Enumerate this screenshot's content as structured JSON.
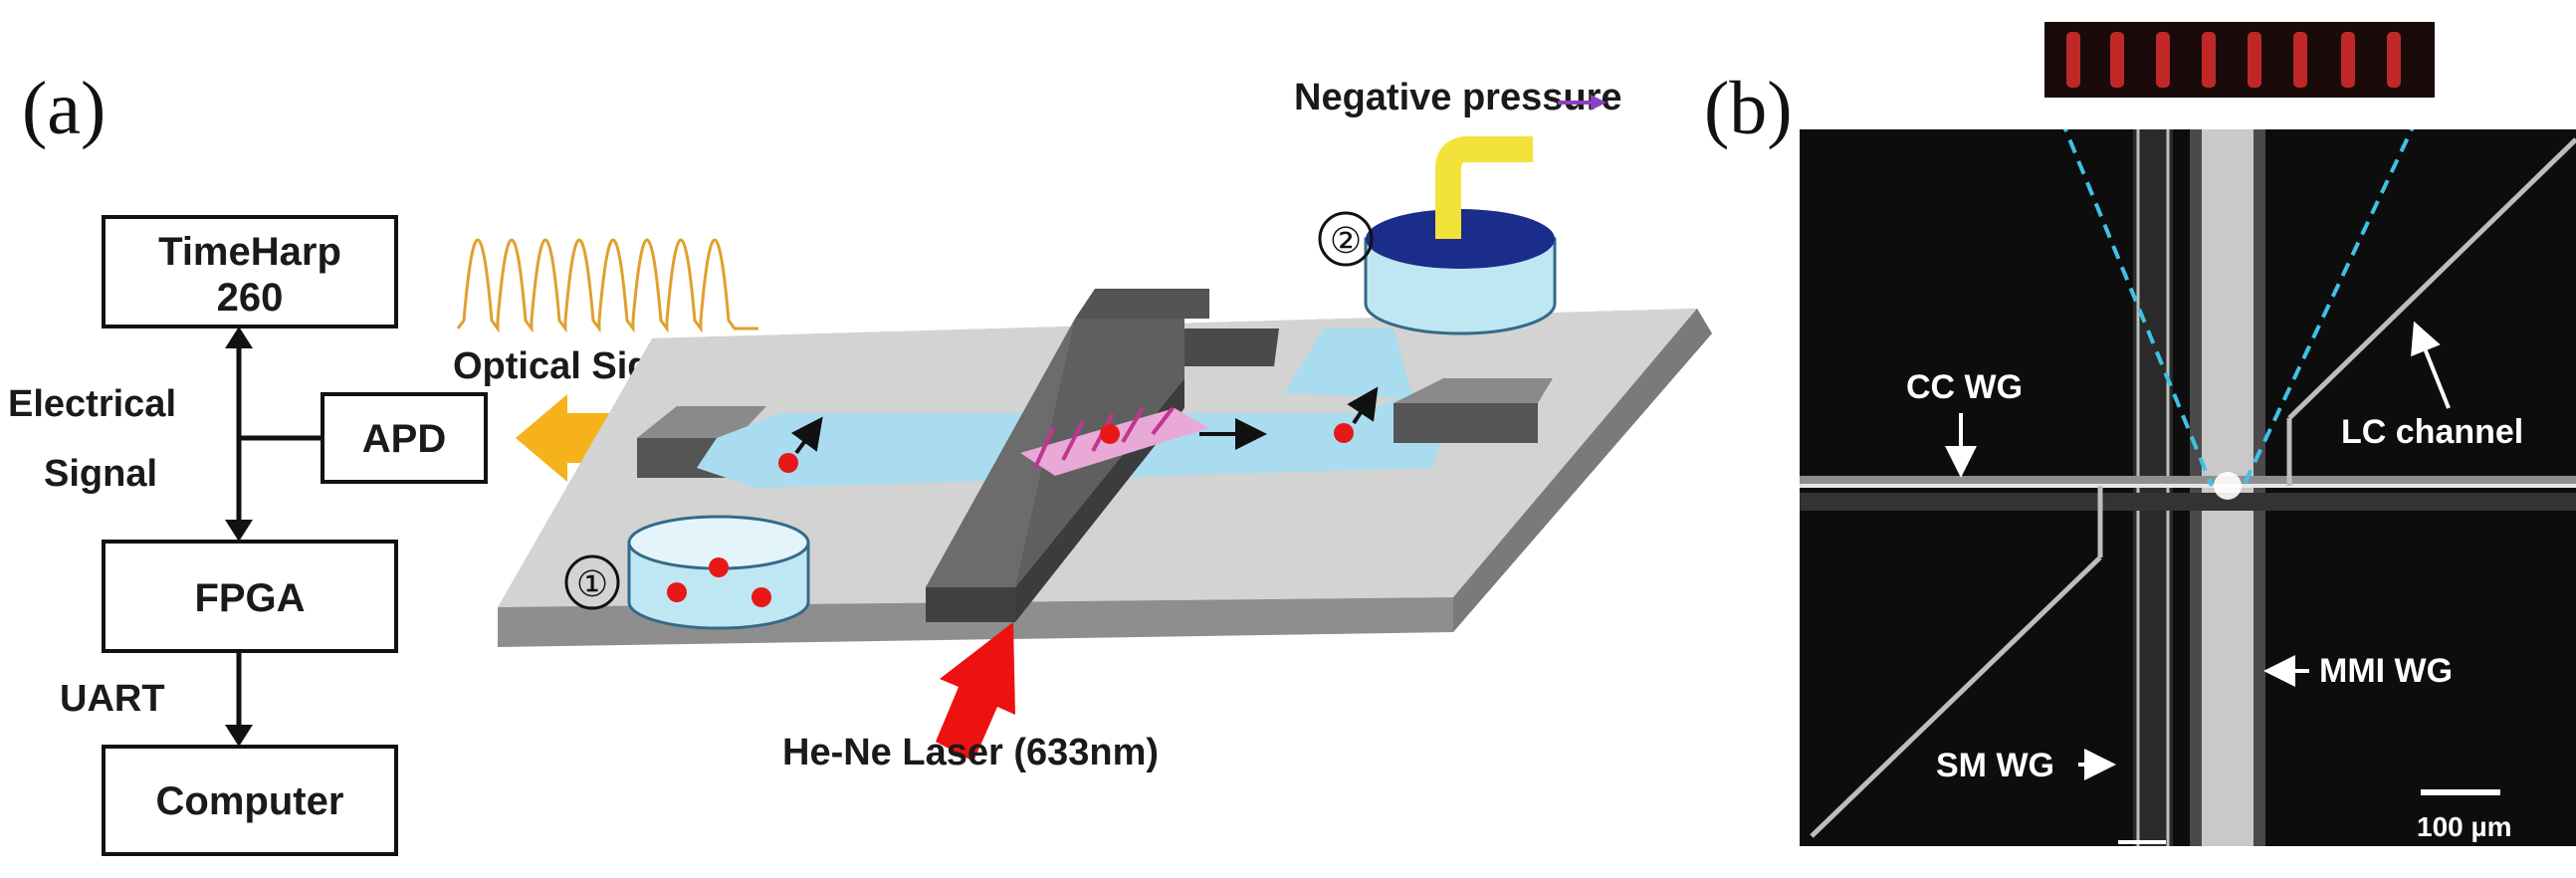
{
  "panel_a": {
    "label": "(a)",
    "blocks": {
      "timeharp_line1": "TimeHarp",
      "timeharp_line2": "260",
      "apd": "APD",
      "fpga": "FPGA",
      "computer": "Computer"
    },
    "signals": {
      "electrical_line1": "Electrical",
      "electrical_line2": "Signal",
      "uart": "UART",
      "optical": "Optical Signal"
    },
    "chip": {
      "reservoir_1": "①",
      "reservoir_2": "②",
      "laser": "He-Ne Laser (633nm)",
      "pressure": "Negative pressure"
    },
    "colors": {
      "optical_signal": "#e0a030",
      "arrow_orange": "#f5b21a",
      "laser_arrow": "#ee1111",
      "channel": "#a9dcef",
      "particle": "#e81818",
      "reservoir_cap": "#1b2d8a",
      "tube": "#f2e23a",
      "pressure_arrow": "#8b3fc4"
    }
  },
  "panel_b": {
    "label": "(b)",
    "annotations": {
      "cc_wg": "CC WG",
      "lc_channel": "LC channel",
      "mmi_wg": "MMI WG",
      "sm_wg": "SM WG",
      "scale": "100 µm"
    },
    "colors": {
      "background": "#0d0d0d",
      "waveguide": "#cfcfcf",
      "guide_lines": "#3ec2e6",
      "spot_pattern": "#c02828"
    }
  }
}
